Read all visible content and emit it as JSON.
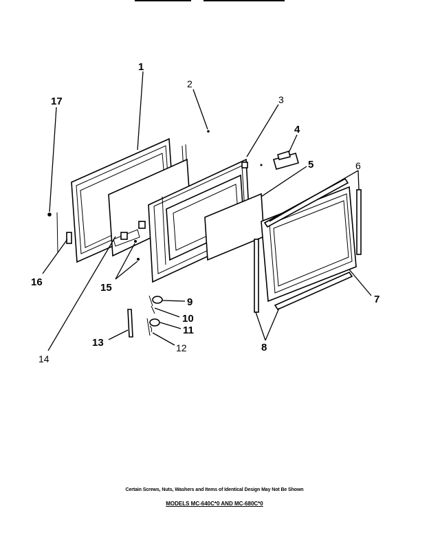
{
  "callouts": [
    "1",
    "2",
    "3",
    "4",
    "5",
    "6",
    "7",
    "8",
    "9",
    "10",
    "11",
    "12",
    "13",
    "14",
    "15",
    "16",
    "17"
  ],
  "footer": {
    "note": "Certain Screws, Nuts, Washers and Items of Identical Design May Not Be Shown",
    "models": "MODELS MC-640C*0 AND MC-680C*0"
  }
}
